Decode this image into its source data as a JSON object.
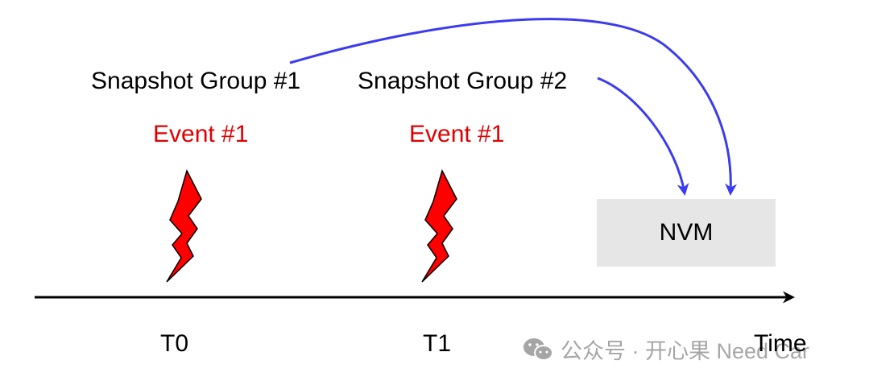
{
  "colors": {
    "event_text": "#e00000",
    "bolt_fill": "#ff0000",
    "bolt_stroke": "#000000",
    "arrow": "#3b3bf0",
    "nvm_fill": "#e6e6e6",
    "timeline": "#000000"
  },
  "snapshot_groups": [
    {
      "label": "Snapshot Group #1"
    },
    {
      "label": "Snapshot Group #2"
    }
  ],
  "events": [
    {
      "label": "Event #1",
      "icon": "lightning-bolt-icon"
    },
    {
      "label": "Event #1",
      "icon": "lightning-bolt-icon"
    }
  ],
  "nvm": {
    "label": "NVM"
  },
  "timeline": {
    "ticks": [
      "T0",
      "T1"
    ],
    "axis_label": "Time"
  },
  "watermark": {
    "text": "公众号 · 开心果 Need Car",
    "icon": "wechat-icon"
  }
}
